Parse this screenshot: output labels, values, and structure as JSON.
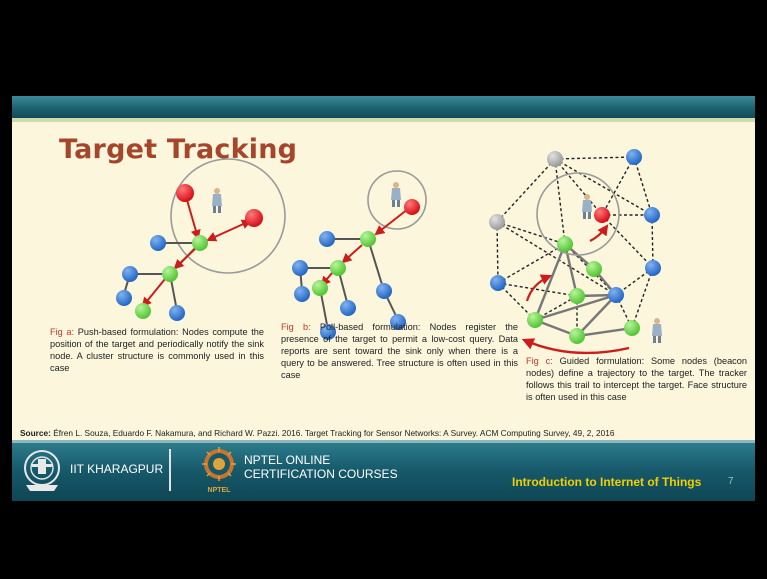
{
  "slide": {
    "title": "Target Tracking",
    "captions": {
      "a": {
        "label": "Fig a:",
        "text": " Push-based formulation: Nodes compute the position of the target and periodically notify the sink node. A cluster structure is commonly used in this case"
      },
      "b": {
        "label": "Fig b:",
        "text": " Poll-based formulation: Nodes register the presence of the target to permit a low-cost query. Data reports are sent toward the sink only when there is a query to be answered. Tree structure is often used in this case"
      },
      "c": {
        "label": "Fig c:",
        "text": " Guided formulation: Some nodes (beacon nodes) define a trajectory to the target. The tracker follows this trail to intercept the target. Face structure is often used in this case"
      }
    },
    "source": {
      "label": "Source:",
      "text": " Éfren L. Souza, Eduardo F. Nakamura, and Richard W. Pazzi. 2016. Target Tracking for Sensor Networks: A Survey. ACM Computing Survey, 49, 2, 2016"
    }
  },
  "footer": {
    "institute": "IIT KHARAGPUR",
    "nptel_line1": "NPTEL ONLINE",
    "nptel_line2": "CERTIFICATION COURSES",
    "nptel_badge": "NPTEL",
    "course": "Introduction to Internet of Things",
    "page": "7"
  },
  "colors": {
    "red_node": "#e8141d",
    "blue_node": "#2f78d4",
    "green_node": "#72d650",
    "gray_node": "#a9a9a9",
    "title": "#a5452b",
    "course_text": "#f0d000"
  },
  "icons": [
    "person-icon",
    "iit-kharagpur-logo",
    "nptel-logo"
  ]
}
